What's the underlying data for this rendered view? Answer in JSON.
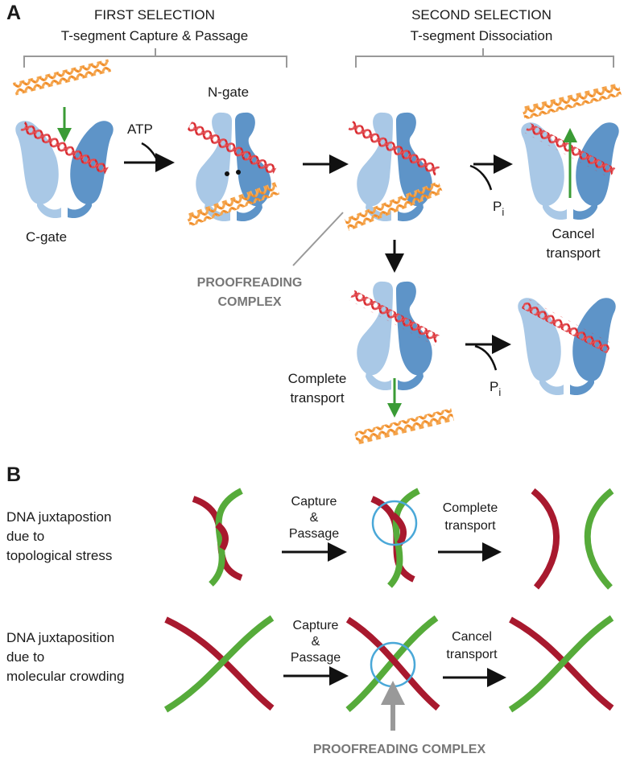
{
  "panel_a": {
    "letter": "A",
    "first_selection": {
      "title": "FIRST  SELECTION",
      "subtitle": "T-segment Capture & Passage"
    },
    "second_selection": {
      "title": "SECOND  SELECTION",
      "subtitle": "T-segment  Dissociation"
    },
    "labels": {
      "n_gate": "N-gate",
      "c_gate": "C-gate",
      "atp": "ATP",
      "pi_main": "P",
      "pi_sub": "i",
      "pi2_main": "P",
      "pi2_sub": "i",
      "cancel_line1": "Cancel",
      "cancel_line2": "transport",
      "complete_line1": "Complete",
      "complete_line2": "transport",
      "proof_line1": "PROOFREADING",
      "proof_line2": "COMPLEX"
    }
  },
  "panel_b": {
    "letter": "B",
    "row1": {
      "desc_line1": "DNA  juxtapostion",
      "desc_line2": "due to",
      "desc_line3": "topological stress",
      "step1_line1": "Capture",
      "step1_line2": "&",
      "step1_line3": "Passage",
      "step2_line1": "Complete",
      "step2_line2": "transport"
    },
    "row2": {
      "desc_line1": "DNA  juxtaposition",
      "desc_line2": "due to",
      "desc_line3": "molecular crowding",
      "step1_line1": "Capture",
      "step1_line2": "&",
      "step1_line3": "Passage",
      "step2_line1": "Cancel",
      "step2_line2": "transport"
    },
    "proof_label": "PROOFREADING  COMPLEX"
  },
  "colors": {
    "protein_light": "#a9c8e6",
    "protein_dark": "#5e94c8",
    "g_segment": "#d8262b",
    "t_segment": "#f08a24",
    "arrow_green": "#3a9b35",
    "dna_red": "#a8192e",
    "dna_green": "#56ab3a",
    "circle_blue": "#4aa8d8",
    "proof_gray": "#777777"
  }
}
